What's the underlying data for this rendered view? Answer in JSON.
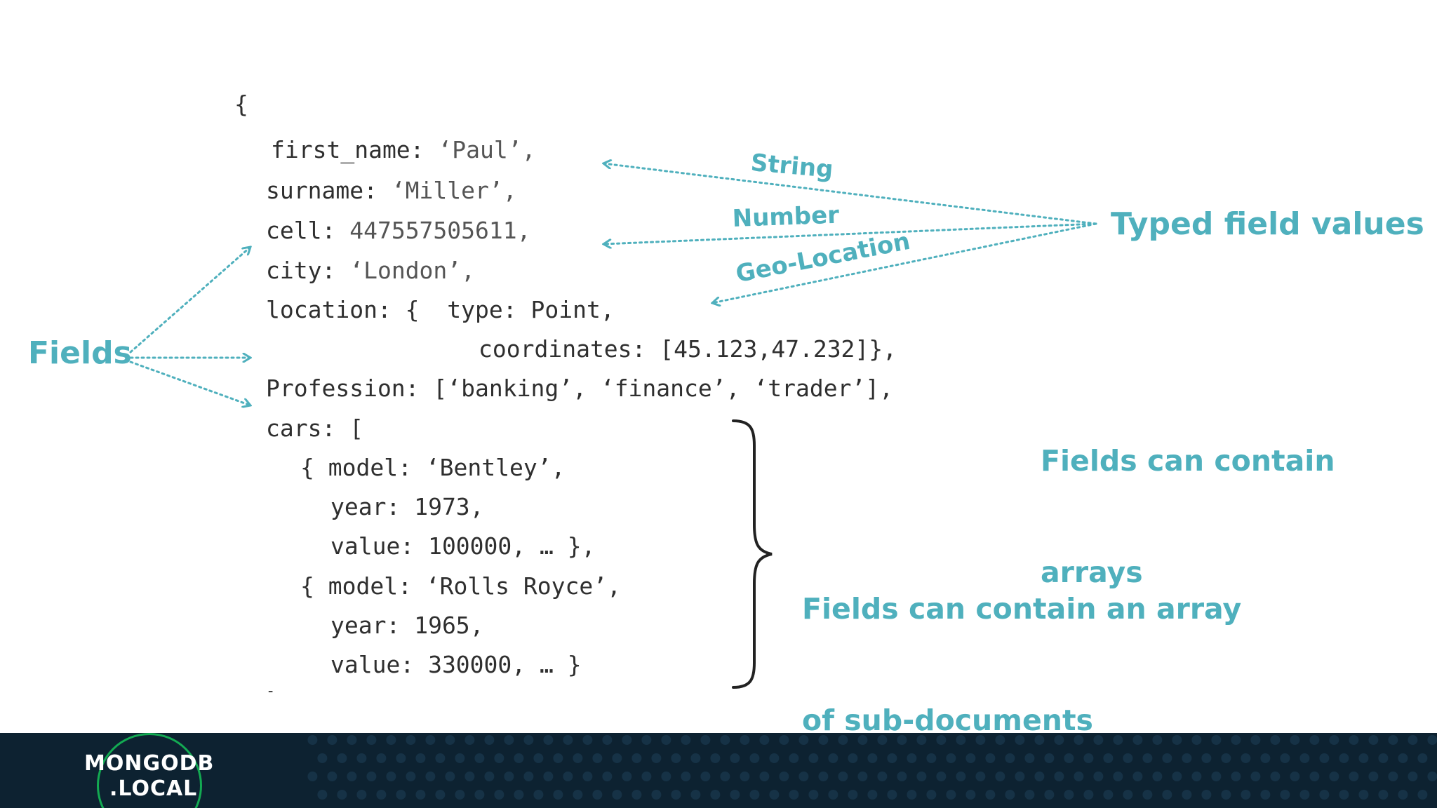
{
  "code": {
    "open_brace": "{",
    "line_first_name_key": "first_name: ",
    "line_first_name_val": "‘Paul’,",
    "line_surname_key": "surname: ",
    "line_surname_val": "‘Miller’,",
    "line_cell_key": "cell: ",
    "line_cell_val": "447557505611,",
    "line_city_key": "city: ",
    "line_city_val": "‘London’,",
    "line_location": "location: {  type: Point,",
    "line_coordinates": "coordinates: [45.123,47.232]},",
    "line_profession": "Profession: [‘banking’, ‘finance’, ‘trader’],",
    "line_cars": "cars: [",
    "line_car1_model": "{ model: ‘Bentley’,",
    "line_car1_year": "year: 1973,",
    "line_car1_value": "value: 100000, … },",
    "line_car2_model": "{ model: ‘Rolls Royce’,",
    "line_car2_year": "year: 1965,",
    "line_car2_value": "value: 330000, … }",
    "line_tail": "-"
  },
  "annotations": {
    "fields": "Fields",
    "typed_field_values": "Typed field values",
    "string": "String",
    "number": "Number",
    "geo_location": "Geo-Location",
    "arrays_line1": "Fields can contain",
    "arrays_line2": "arrays",
    "subdocs_line1": "Fields can contain an array",
    "subdocs_line2": "of sub-documents"
  },
  "footer": {
    "logo_line1": "MONGODB",
    "logo_line2": ".LOCAL"
  },
  "colors": {
    "accent": "#4fb0bd",
    "code_text": "#2f2f2f",
    "footer_bg": "#0d2231",
    "logo_green": "#13aa52"
  }
}
